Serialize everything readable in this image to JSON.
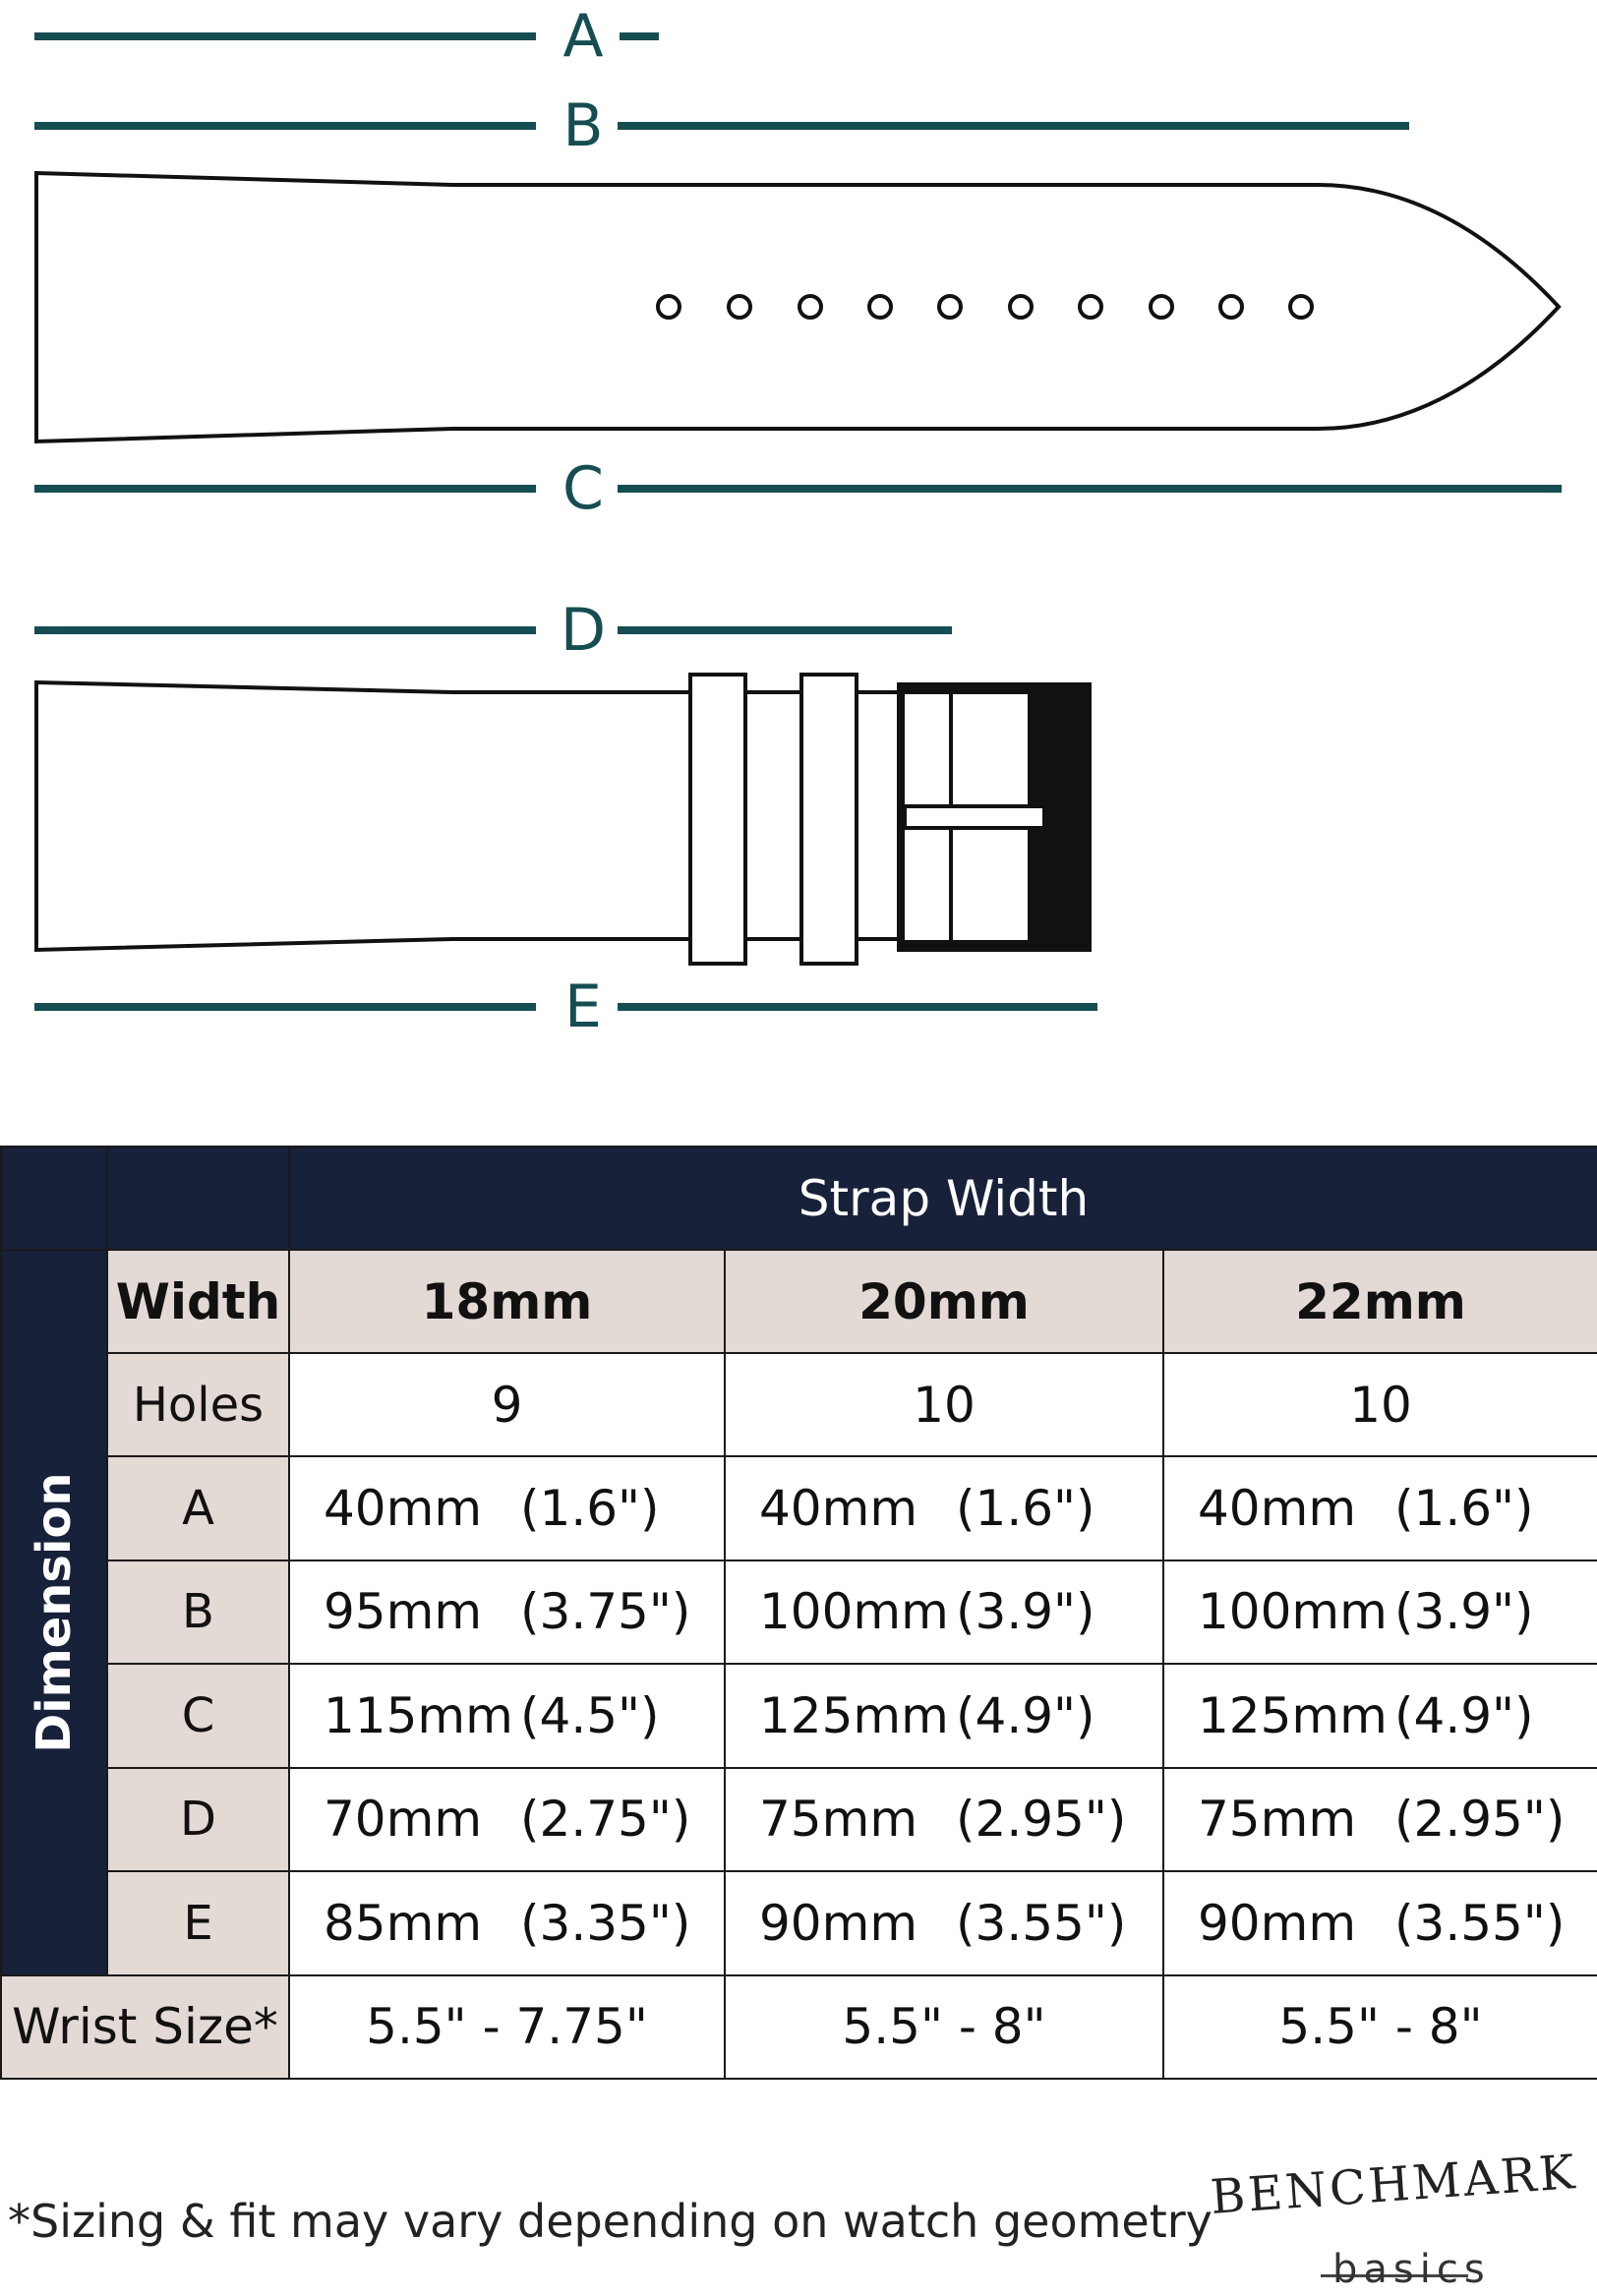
{
  "diagram": {
    "dimension_labels": [
      "A",
      "B",
      "C",
      "D",
      "E"
    ],
    "line_color": "#164d52",
    "strap_hole_count": 10
  },
  "table": {
    "header": "Strap Width",
    "dimension_label": "Dimension",
    "width_label": "Width",
    "widths": [
      "18mm",
      "20mm",
      "22mm"
    ],
    "holes_label": "Holes",
    "holes": [
      "9",
      "10",
      "10"
    ],
    "rows": [
      {
        "label": "A",
        "values": [
          {
            "mm": "40mm",
            "in": "(1.6\")"
          },
          {
            "mm": "40mm",
            "in": "(1.6\")"
          },
          {
            "mm": "40mm",
            "in": "(1.6\")"
          }
        ]
      },
      {
        "label": "B",
        "values": [
          {
            "mm": "95mm",
            "in": "(3.75\")"
          },
          {
            "mm": "100mm",
            "in": "(3.9\")"
          },
          {
            "mm": "100mm",
            "in": "(3.9\")"
          }
        ]
      },
      {
        "label": "C",
        "values": [
          {
            "mm": "115mm",
            "in": "(4.5\")"
          },
          {
            "mm": "125mm",
            "in": "(4.9\")"
          },
          {
            "mm": "125mm",
            "in": "(4.9\")"
          }
        ]
      },
      {
        "label": "D",
        "values": [
          {
            "mm": "70mm",
            "in": "(2.75\")"
          },
          {
            "mm": "75mm",
            "in": "(2.95\")"
          },
          {
            "mm": "75mm",
            "in": "(2.95\")"
          }
        ]
      },
      {
        "label": "E",
        "values": [
          {
            "mm": "85mm",
            "in": "(3.35\")"
          },
          {
            "mm": "90mm",
            "in": "(3.55\")"
          },
          {
            "mm": "90mm",
            "in": "(3.55\")"
          }
        ]
      }
    ],
    "wrist_label": "Wrist Size*",
    "wrist_sizes": [
      "5.5\" - 7.75\"",
      "5.5\" - 8\"",
      "5.5\" - 8\""
    ]
  },
  "footnote": "*Sizing & fit may vary depending on watch geometry",
  "logo": {
    "brand": "BENCHMARK",
    "sub": "basics"
  },
  "colors": {
    "navy": "#18213a",
    "pink": "#e3d9d5",
    "teal": "#164d52"
  }
}
